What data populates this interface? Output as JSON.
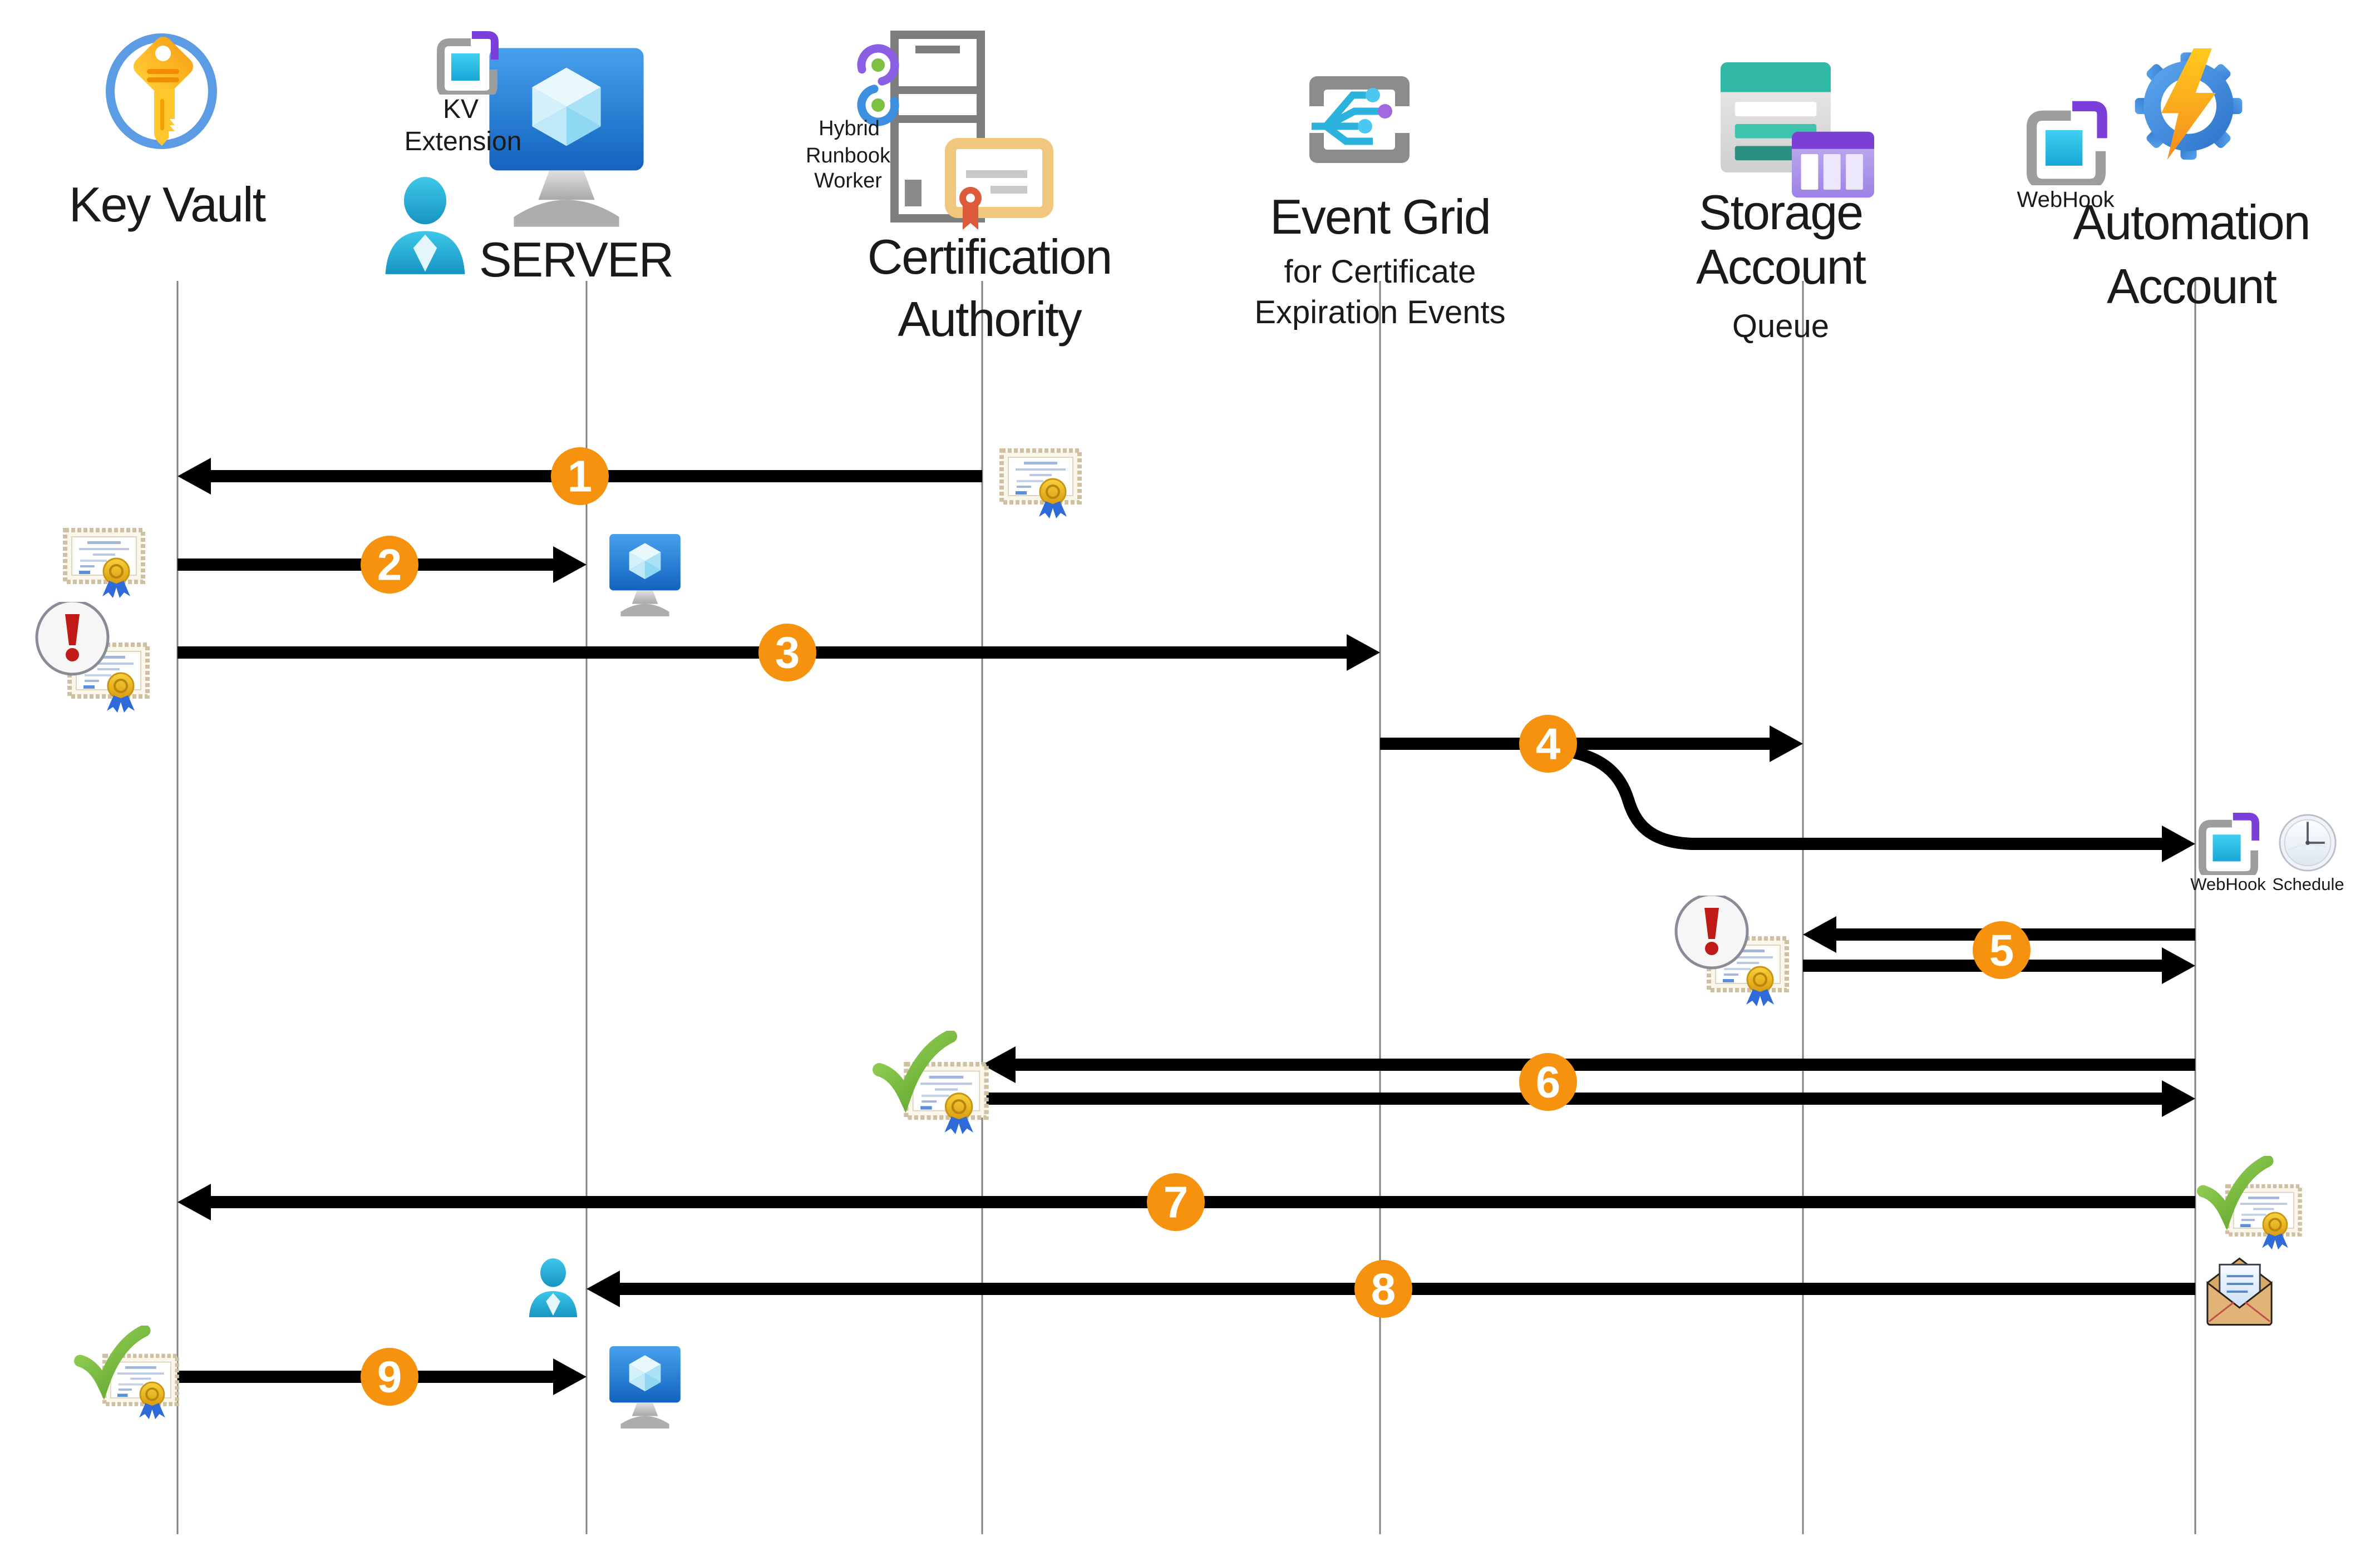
{
  "diagram_type": "sequence-flow",
  "colors": {
    "badge_orange": "#F6920E",
    "arrow_black": "#000000",
    "lifeline_gray": "#808080",
    "azure_blue": "#2E7FD6",
    "cyan": "#2BB3DD",
    "purple": "#7A3EDB",
    "teal": "#32B9A6",
    "queue_purple": "#7B3FD6",
    "key_gold": "#FFC62E",
    "check_green": "#7CC142",
    "warning_red": "#C11B17",
    "bolt_orange": "#F68C1E"
  },
  "actors": [
    {
      "id": "key-vault",
      "label_lines": [
        "Key Vault"
      ]
    },
    {
      "id": "server",
      "label_lines": [
        "SERVER"
      ],
      "extension_label_lines": [
        "KV",
        "Extension"
      ]
    },
    {
      "id": "certification-authority",
      "label_lines": [
        "Certification",
        "Authority"
      ],
      "worker_label_lines": [
        "Hybrid",
        "Runbook",
        "Worker"
      ]
    },
    {
      "id": "event-grid",
      "label_lines": [
        "Event Grid"
      ],
      "sublabel_lines": [
        "for Certificate",
        "Expiration Events"
      ]
    },
    {
      "id": "storage-account",
      "label_lines": [
        "Storage",
        "Account"
      ],
      "sublabel_lines": [
        "Queue"
      ]
    },
    {
      "id": "automation-account",
      "label_lines": [
        "Automation",
        "Account"
      ],
      "webhook_label": "WebHook"
    }
  ],
  "attachments": {
    "webhook_label": "WebHook",
    "schedule_label": "Schedule"
  },
  "steps": [
    {
      "number": "1",
      "from": "certification-authority",
      "to": "key-vault"
    },
    {
      "number": "2",
      "from": "key-vault",
      "to": "server"
    },
    {
      "number": "3",
      "from": "key-vault",
      "to": "event-grid"
    },
    {
      "number": "4",
      "from": "event-grid",
      "to": "storage-account",
      "branch_to": "automation-account"
    },
    {
      "number": "5",
      "from": "automation-account",
      "to": "storage-account",
      "bidirectional": true
    },
    {
      "number": "6",
      "from": "automation-account",
      "to": "certification-authority",
      "bidirectional": true
    },
    {
      "number": "7",
      "from": "automation-account",
      "to": "key-vault"
    },
    {
      "number": "8",
      "from": "automation-account",
      "to": "server"
    },
    {
      "number": "9",
      "from": "key-vault",
      "to": "server"
    }
  ]
}
